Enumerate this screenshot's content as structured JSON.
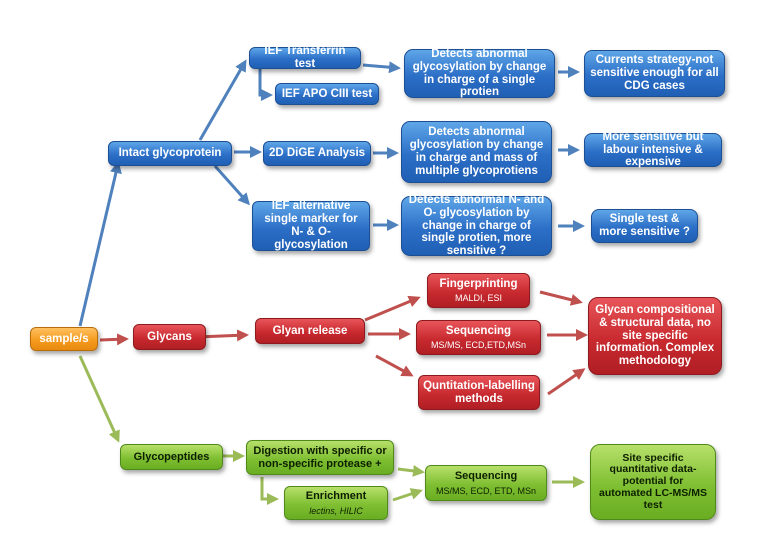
{
  "nodes": {
    "sample": "sample/s",
    "intact": "Intact glycoprotein",
    "glycans": "Glycans",
    "glycopeptides": "Glycopeptides",
    "ief_transferrin": "IEF Transferrin test",
    "ief_apo": "IEF APO CIII test",
    "dige": "2D DiGE Analysis",
    "ief_alt": "IEF alternative single marker for N- & O-glycosylation",
    "detect1": "Detects abnormal glycosylation by change in charge of a single protien",
    "detect2": "Detects abnormal glycosylation by change in charge and mass of multiple glycoprotiens",
    "detect3": "Detects abnormal N- and O- glycosylation by change in charge of single protien, more sensitive ?",
    "outcome1": "Currents strategy-not sensitive enough for all CDG cases",
    "outcome2": "More sensitive but labour intensive & expensive",
    "outcome3": "Single test & more sensitive ?",
    "glycan_release": "Glyan release",
    "fingerprinting": "Fingerprinting",
    "fingerprinting_sub": "MALDI, ESI",
    "sequencing_red": "Sequencing",
    "sequencing_red_sub": "MS/MS, ECD,ETD,MSn",
    "quant": "Quntitation-labelling methods",
    "glycan_result": "Glycan compositional & structural data, no site specific information. Complex methodology",
    "digestion": "Digestion with specific or non-specific protease +",
    "enrichment": "Enrichment",
    "enrichment_sub": "lectins, HILIC",
    "sequencing_green": "Sequencing",
    "sequencing_green_sub": "MS/MS, ECD, ETD, MSn",
    "site_specific": "Site specific quantitative data-potential for automated LC-MS/MS test"
  },
  "colors": {
    "blue": "#2c6fc7",
    "red": "#c82a2f",
    "green": "#7fbf32",
    "orange": "#f59b1e",
    "arrow_blue": "#4f81bd",
    "arrow_red": "#c0504d",
    "arrow_green": "#9bbb59"
  }
}
